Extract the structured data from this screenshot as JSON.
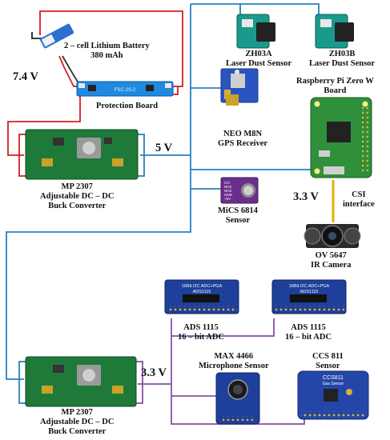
{
  "labels": {
    "battery": [
      "2 – cell Lithium Battery",
      "380 mAh"
    ],
    "battery_voltage": "7.4 V",
    "protection_board": "Protection Board",
    "protection_board_marking": "FSC-2S-2",
    "zh03a": [
      "ZH03A",
      "Laser Dust Sensor"
    ],
    "zh03b": [
      "ZH03B",
      "Laser Dust Sensor"
    ],
    "gps": [
      "NEO M8N",
      "GPS Receiver"
    ],
    "rpi": [
      "Raspberry Pi Zero W",
      "Board"
    ],
    "rail_5v": "5 V",
    "buck_top": [
      "MP 2307",
      "Adjustable DC – DC",
      "Buck Converter"
    ],
    "mics": [
      "MiCS 6814",
      "Sensor"
    ],
    "mics_pins": [
      "CO",
      "NH3",
      "NO2",
      "GND",
      "+5V"
    ],
    "rail_3v3_csi": "3.3 V",
    "csi": [
      "CSI",
      "interface"
    ],
    "camera": [
      "OV 5647",
      "IR Camera"
    ],
    "adc_chip_text": [
      "16Bit I2C ADC+PGA",
      "ADS1115"
    ],
    "adc1": [
      "ADS 1115",
      "16 – bit ADC"
    ],
    "adc2": [
      "ADS 1115",
      "16 – bit ADC"
    ],
    "max4466": [
      "MAX 4466",
      "Microphone Sensor"
    ],
    "ccs811": [
      "CCS 811",
      "Sensor"
    ],
    "ccs811_chip_text": [
      "CCS811",
      "Gas Sensor"
    ],
    "rail_3v3_bottom": "3.3 V",
    "buck_bottom": [
      "MP 2307",
      "Adjustable DC – DC",
      "Buck Converter"
    ]
  },
  "colors": {
    "red_wire": "#d42020",
    "blue_wire": "#2a7fc0",
    "purple_wire": "#8a4fa8",
    "yellow_wire": "#e0b000",
    "buck_pcb": "#1f7a3a",
    "adc_pcb": "#1e3f9a",
    "ccs_pcb": "#2446a8",
    "rpi_pcb": "#2f8f3a",
    "mics_pcb": "#6a2e8c",
    "battery_body": "#2b6fd0",
    "protection_pcb": "#1f8ae0",
    "gps_pcb": "#2a55c0",
    "dust_sensor": "#1a9a8c"
  },
  "icons": [
    "battery-icon",
    "protection-board-icon",
    "buck-converter-icon",
    "dust-sensor-icon",
    "gps-module-icon",
    "raspberry-pi-icon",
    "gas-sensor-icon",
    "camera-icon",
    "adc-board-icon",
    "microphone-board-icon",
    "air-quality-sensor-icon"
  ]
}
